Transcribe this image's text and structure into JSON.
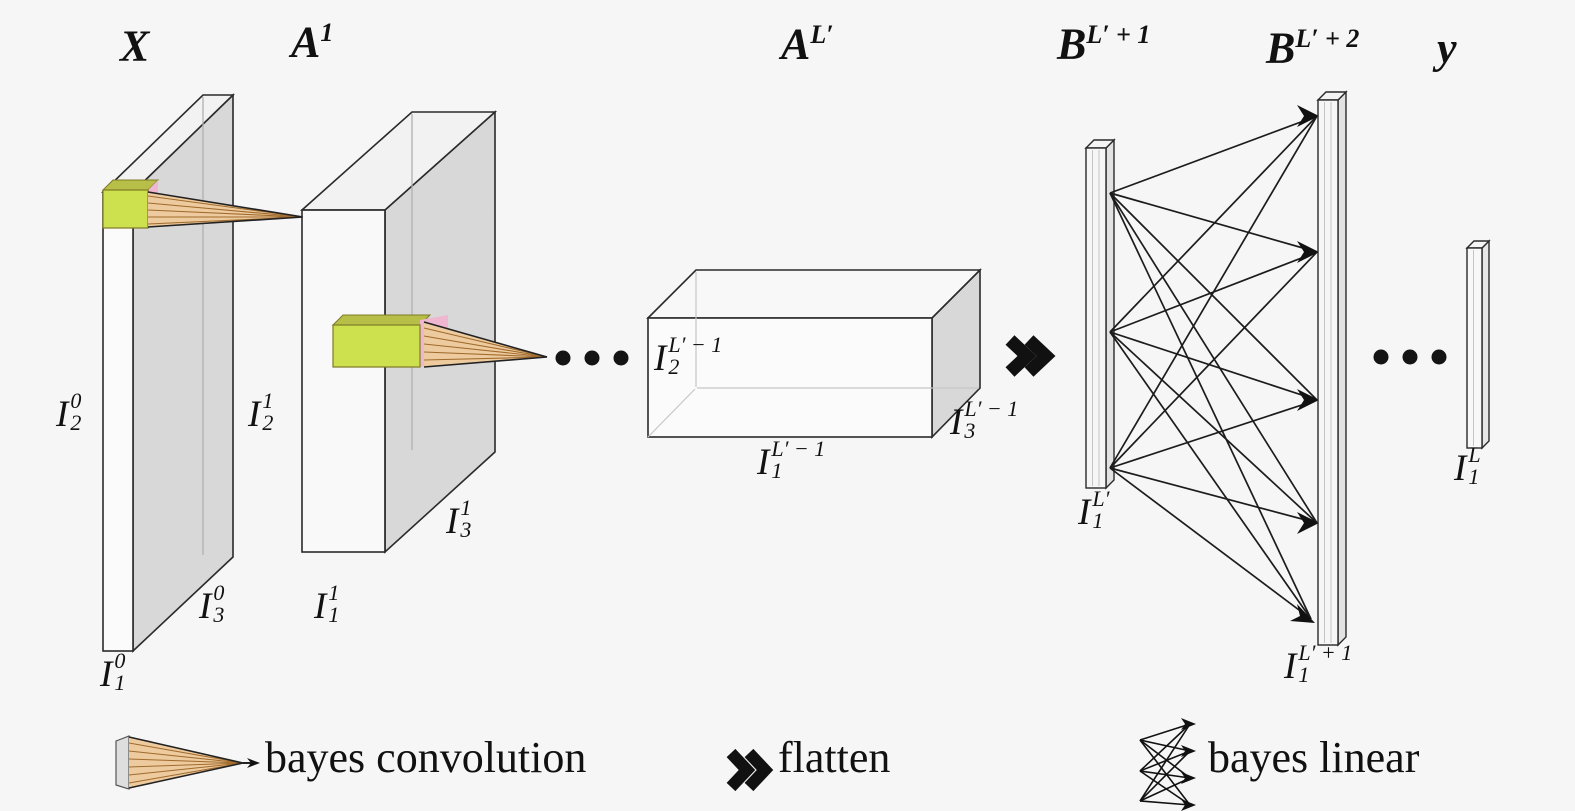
{
  "titles": {
    "x": {
      "base": "X",
      "sup": ""
    },
    "a1": {
      "base": "A",
      "sup": "1"
    },
    "al": {
      "base": "A",
      "sup": "L′"
    },
    "b1": {
      "base": "B",
      "sup": "L′ + 1"
    },
    "b2": {
      "base": "B",
      "sup": "L′ + 2"
    },
    "y": {
      "base": "y",
      "sup": ""
    }
  },
  "labels": {
    "x_height": {
      "base": "I",
      "sub": "2",
      "sup": "0"
    },
    "x_width": {
      "base": "I",
      "sub": "3",
      "sup": "0"
    },
    "x_channels": {
      "base": "I",
      "sub": "1",
      "sup": "0"
    },
    "a1_height": {
      "base": "I",
      "sub": "2",
      "sup": "1"
    },
    "a1_width": {
      "base": "I",
      "sub": "1",
      "sup": "1"
    },
    "a1_depth": {
      "base": "I",
      "sub": "3",
      "sup": "1"
    },
    "al_height": {
      "base": "I",
      "sub": "2",
      "sup": "L′ − 1"
    },
    "al_width": {
      "base": "I",
      "sub": "1",
      "sup": "L′ − 1"
    },
    "al_depth": {
      "base": "I",
      "sub": "3",
      "sup": "L′ − 1"
    },
    "b1_size": {
      "base": "I",
      "sub": "1",
      "sup": "L′"
    },
    "b2_size": {
      "base": "I",
      "sub": "1",
      "sup": "L′ + 1"
    },
    "y_size": {
      "base": "I",
      "sub": "1",
      "sup": "L"
    }
  },
  "legend": {
    "convolution": "bayes convolution",
    "flatten": "flatten",
    "linear": "bayes linear"
  },
  "colors": {
    "background": "#f6f6f6",
    "kernel_green": "#cde14f",
    "kernel_olive": "#b8bf49",
    "kernel_pink": "#efb6cf",
    "cone_tan": "#eecb9e",
    "cone_line": "#a06b2e",
    "face_gray": "#d8d8d8",
    "face_light": "#f2f2f2",
    "edge": "#2a2a2a",
    "arrow_black": "#111111"
  }
}
